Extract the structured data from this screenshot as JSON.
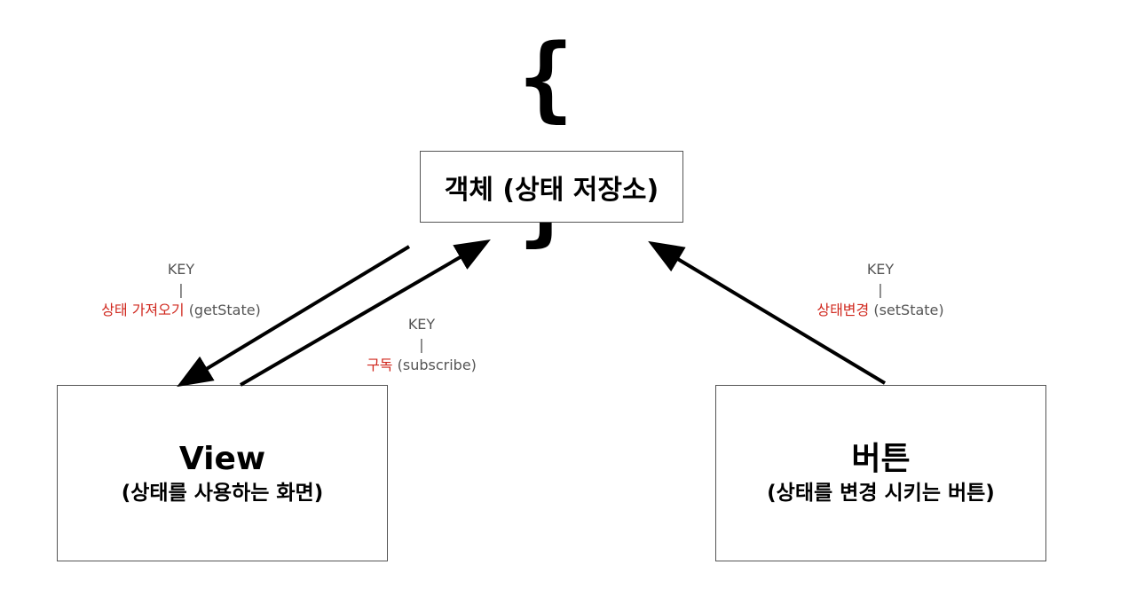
{
  "braces_symbol": "{ }",
  "store": {
    "title": "객체 (상태 저장소)"
  },
  "view": {
    "title": "View",
    "subtitle": "(상태를 사용하는 화면)"
  },
  "button": {
    "title": "버튼",
    "subtitle": "(상태를 변경 시키는 버튼)"
  },
  "edges": {
    "get_state": {
      "key": "KEY",
      "separator": "|",
      "action": "상태 가져오기",
      "method": "(getState)"
    },
    "subscribe": {
      "key": "KEY",
      "separator": "|",
      "action": "구독",
      "method": "(subscribe)"
    },
    "set_state": {
      "key": "KEY",
      "separator": "|",
      "action": "상태변경",
      "method": "(setState)"
    }
  },
  "colors": {
    "action_text": "#d0281e",
    "secondary_text": "#555555",
    "arrow": "#000000"
  }
}
